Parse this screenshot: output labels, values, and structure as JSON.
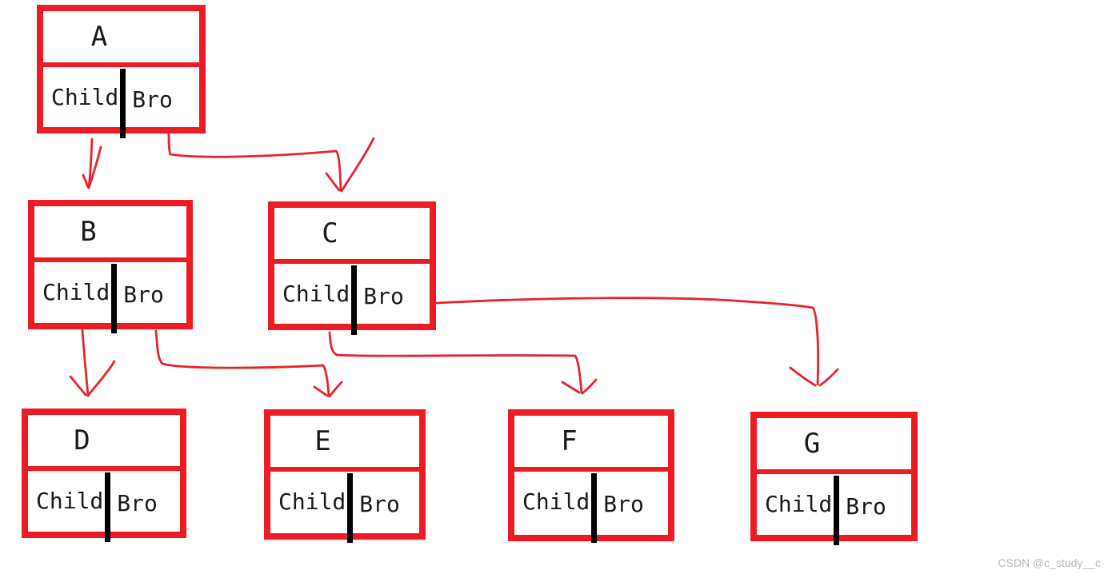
{
  "nodes": [
    {
      "id": "A",
      "label": "A",
      "child_label": "Child",
      "bro_label": "Bro"
    },
    {
      "id": "B",
      "label": "B",
      "child_label": "Child",
      "bro_label": "Bro"
    },
    {
      "id": "C",
      "label": "C",
      "child_label": "Child",
      "bro_label": "Bro"
    },
    {
      "id": "D",
      "label": "D",
      "child_label": "Child",
      "bro_label": "Bro"
    },
    {
      "id": "E",
      "label": "E",
      "child_label": "Child",
      "bro_label": "Bro"
    },
    {
      "id": "F",
      "label": "F",
      "child_label": "Child",
      "bro_label": "Bro"
    },
    {
      "id": "G",
      "label": "G",
      "child_label": "Child",
      "bro_label": "Bro"
    }
  ],
  "edges": [
    {
      "from": "A",
      "pointer": "Child",
      "to": "B"
    },
    {
      "from": "A",
      "pointer": "Bro",
      "to": "C"
    },
    {
      "from": "B",
      "pointer": "Child",
      "to": "D"
    },
    {
      "from": "B",
      "pointer": "Bro",
      "to": "E"
    },
    {
      "from": "C",
      "pointer": "Child",
      "to": "F"
    },
    {
      "from": "C",
      "pointer": "Bro",
      "to": "G"
    }
  ],
  "watermark": {
    "text": "CSDN @c_study__c"
  },
  "colors": {
    "box_red": "#ed1c24",
    "arrow_red": "#e8232b",
    "bar_black": "#000000",
    "text": "#1a1a1a",
    "watermark_gray": "#b9b9b9",
    "background": "#ffffff"
  }
}
